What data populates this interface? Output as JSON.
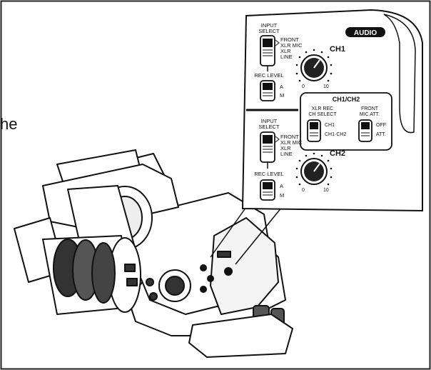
{
  "edge_text": "he",
  "panel": {
    "badge": "AUDIO",
    "ch1": {
      "input_select_line1": "INPUT",
      "input_select_line2": "SELECT",
      "opt_front": "FRONT",
      "opt_xlrmic": "XLR MIC",
      "opt_xlr": "XLR",
      "opt_line": "LINE",
      "rec_level": "REC LEVEL",
      "opt_a": "A",
      "opt_m": "M",
      "label": "CH1",
      "dial_min": "0",
      "dial_max": "10"
    },
    "group": {
      "title": "CH1/CH2",
      "xlr_rec_line1": "XLR REC",
      "xlr_rec_line2": "CH SELECT",
      "opt_ch1": "CH1",
      "opt_ch1ch2": "CH1·CH2",
      "front_line1": "FRONT",
      "front_line2": "MIC ATT.",
      "opt_off": "OFF",
      "opt_att": "ATT."
    },
    "ch2": {
      "input_select_line1": "INPUT",
      "input_select_line2": "SELECT",
      "opt_front": "FRONT",
      "opt_xlrmic": "XLR MIC",
      "opt_xlr": "XLR",
      "opt_line": "LINE",
      "rec_level": "REC LEVEL",
      "opt_a": "A",
      "opt_m": "M",
      "label": "CH2",
      "dial_min": "0",
      "dial_max": "10"
    }
  }
}
